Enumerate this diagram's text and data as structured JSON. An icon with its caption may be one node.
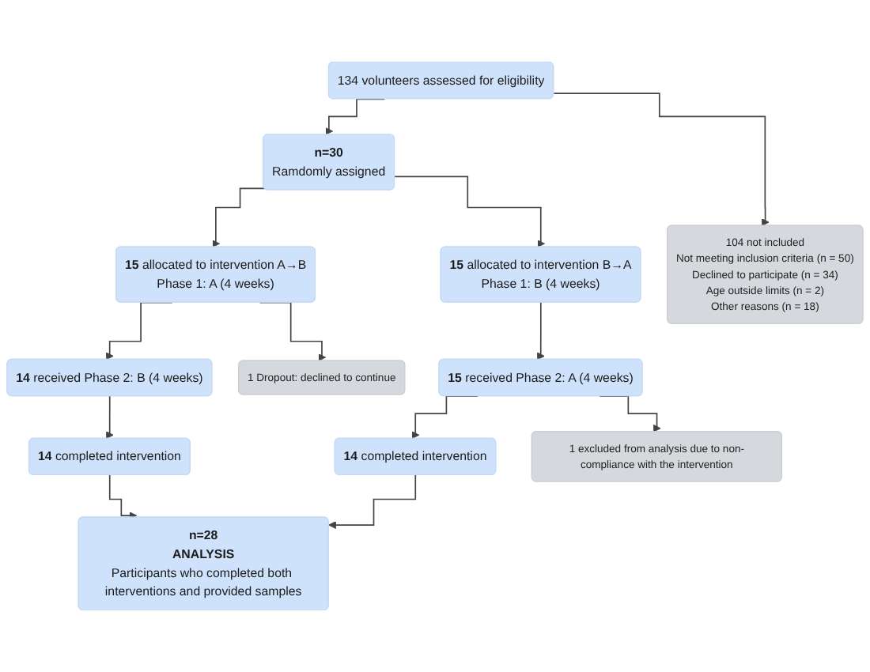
{
  "diagram": {
    "nodes": [
      {
        "text": [
          "134 volunteers assessed for eligibility"
        ]
      },
      {
        "text": [
          "104 not included",
          "Not meeting inclusion criteria (n = 50)",
          "Declined to participate (n = 34)",
          "Age outside limits (n = 2)",
          "Other reasons (n = 18)"
        ]
      },
      {
        "text": [
          "n=30",
          "Ramdomly assigned"
        ]
      },
      {
        "text": [
          "**15** allocated to intervention A→B",
          "Phase 1: A (4 weeks)"
        ]
      },
      {
        "text": [
          "**15** allocated to intervention B→A",
          "Phase 1: B (4 weeks)"
        ]
      },
      {
        "text": [
          "1 Dropout: declined to continue"
        ]
      },
      {
        "text": [
          "**14** received Phase 2: B (4 weeks)"
        ]
      },
      {
        "text": [
          "**15** received Phase 2: A (4 weeks)"
        ]
      },
      {
        "text": [
          "1 excluded from analysis due to non-compliance with the intervention"
        ]
      },
      {
        "text": [
          "**14** completed intervention"
        ]
      },
      {
        "text": [
          "**14** completed intervention"
        ]
      },
      {
        "text": [
          "n=28",
          "ANALYSIS",
          "Participants who completed both interventions and provided samples"
        ]
      }
    ],
    "edges": [
      {
        "from": 0,
        "to": 2,
        "arrow": "to"
      },
      {
        "from": 0,
        "to": 1,
        "arrow": "to"
      },
      {
        "from": 2,
        "to": 3,
        "arrow": "to"
      },
      {
        "from": 2,
        "to": 4,
        "arrow": "to"
      },
      {
        "from": 3,
        "to": 6,
        "arrow": "to"
      },
      {
        "from": 3,
        "to": 5,
        "arrow": "to"
      },
      {
        "from": 4,
        "to": 7,
        "arrow": "to"
      },
      {
        "from": 6,
        "to": 9,
        "arrow": "to"
      },
      {
        "from": 7,
        "to": 10,
        "arrow": "to"
      },
      {
        "from": 7,
        "to": 8,
        "arrow": "to"
      },
      {
        "from": 9,
        "to": 11,
        "arrow": "to"
      },
      {
        "from": 10,
        "to": 11,
        "arrow": "to"
      }
    ]
  }
}
